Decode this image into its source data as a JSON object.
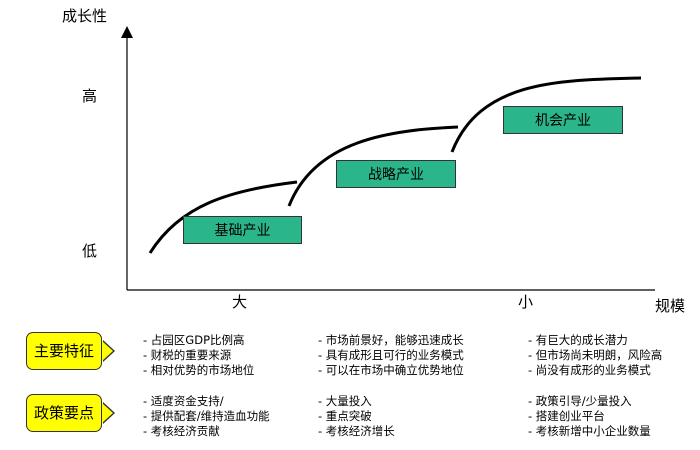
{
  "axes": {
    "y_label": "成长性",
    "y_high": "高",
    "y_low": "低",
    "x_label": "规模",
    "x_large": "大",
    "x_small": "小"
  },
  "stages": [
    {
      "label": "基础产业"
    },
    {
      "label": "战略产业"
    },
    {
      "label": "机会产业"
    }
  ],
  "rows": [
    {
      "title": "主要特征",
      "columns": [
        [
          "- 占园区GDP比例高",
          "- 财税的重要来源",
          "- 相对优势的市场地位"
        ],
        [
          "- 市场前景好，能够迅速成长",
          "- 具有成形且可行的业务模式",
          "- 可以在市场中确立优势地位"
        ],
        [
          "- 有巨大的成长潜力",
          "- 但市场尚未明朗，风险高",
          "- 尚没有成形的业务模式"
        ]
      ]
    },
    {
      "title": "政策要点",
      "columns": [
        [
          "- 适度资金支持/",
          "- 提供配套/维持造血功能",
          "- 考核经济贡献"
        ],
        [
          "- 大量投入",
          "- 重点突破",
          "- 考核经济增长"
        ],
        [
          "- 政策引导/少量投入",
          "- 搭建创业平台",
          "- 考核新增中小企业数量"
        ]
      ]
    }
  ],
  "colors": {
    "stage_box": "#2bb58a",
    "badge": "#ffff00",
    "line": "#000000"
  }
}
